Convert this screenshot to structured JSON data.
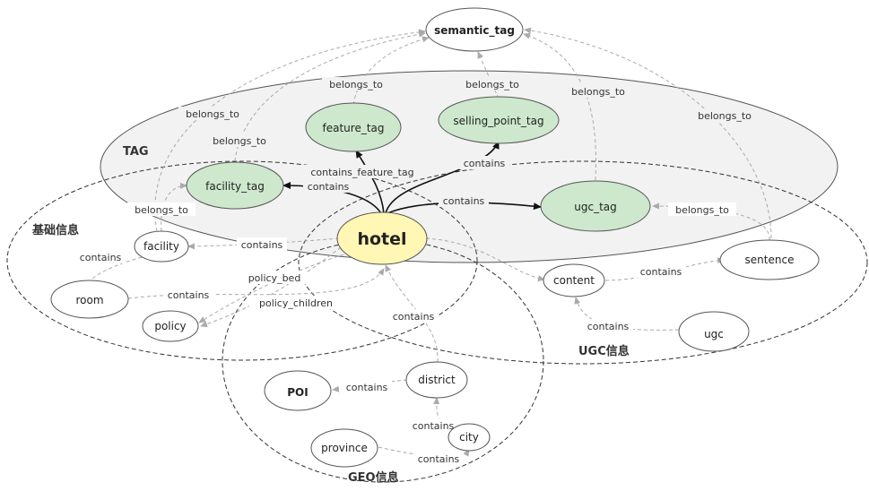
{
  "colors": {
    "tag_fill": "#cde8cc",
    "hotel_fill": "#fff7b3",
    "node_fill": "#ffffff",
    "solid_edge": "#111111",
    "dashed_edge": "#aaaaaa",
    "tag_group_fill": "#f2f2f2"
  },
  "groups": {
    "tag": "TAG",
    "basic": "基础信息",
    "ugc": "UGC信息",
    "geo": "GEO信息"
  },
  "nodes": {
    "semantic_tag": "semantic_tag",
    "feature_tag": "feature_tag",
    "selling_point_tag": "selling_point_tag",
    "facility_tag": "facility_tag",
    "ugc_tag": "ugc_tag",
    "hotel": "hotel",
    "facility": "facility",
    "room": "room",
    "policy": "policy",
    "content": "content",
    "sentence": "sentence",
    "ugc": "ugc",
    "poi": "POI",
    "district": "district",
    "city": "city",
    "province": "province"
  },
  "edges": {
    "belongs_to": "belongs_to",
    "contains": "contains",
    "contains_feature_tag": "contains_feature_tag",
    "policy_bed": "policy_bed",
    "policy_children": "policy_children"
  }
}
